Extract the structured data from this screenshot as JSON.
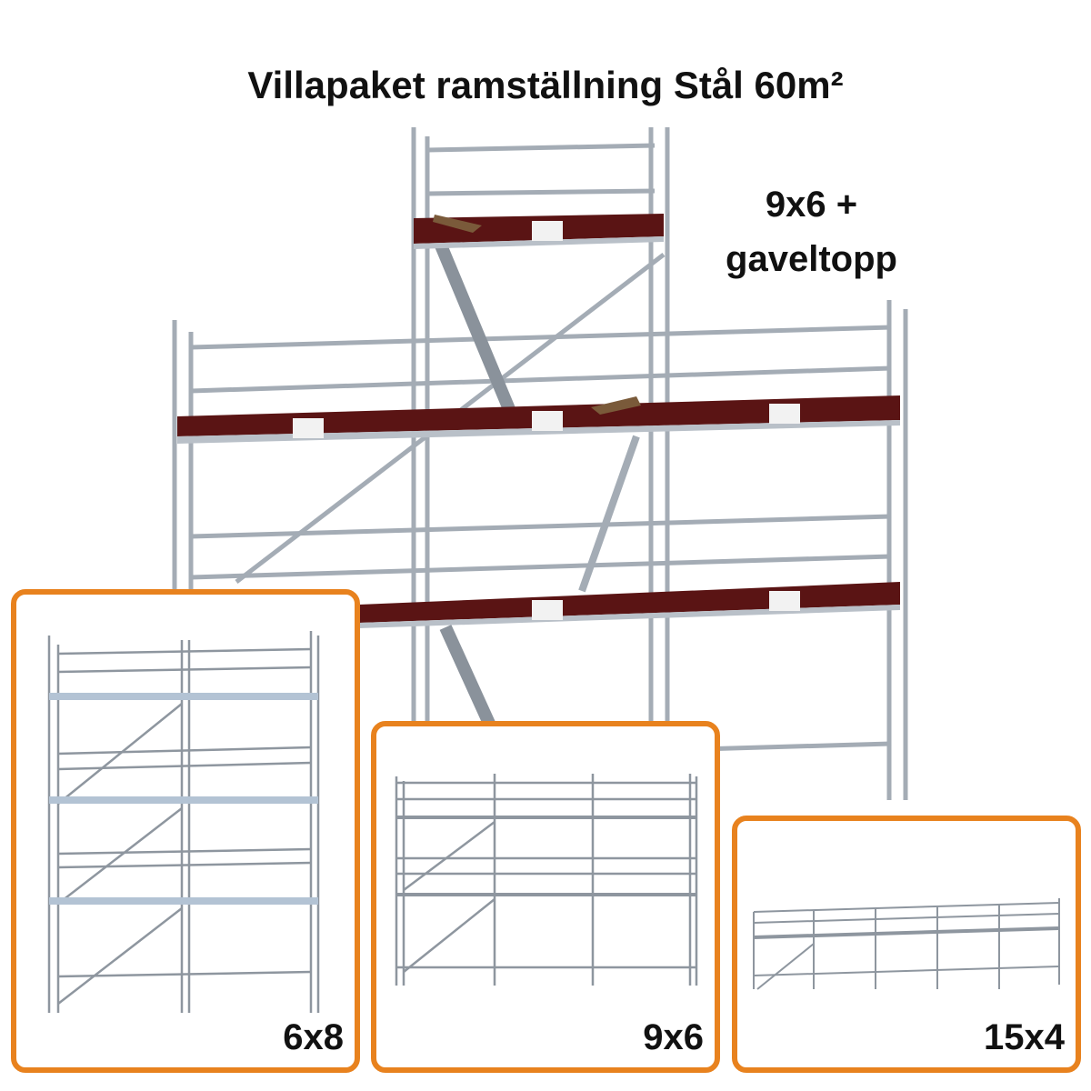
{
  "title": "Villapaket ramställning Stål 60m²",
  "subtitle_line1": "9x6 +",
  "subtitle_line2": "gaveltopp",
  "packages": [
    {
      "label": "6x8"
    },
    {
      "label": "9x6"
    },
    {
      "label": "15x4"
    }
  ],
  "colors": {
    "accent": "#E8821E",
    "board": "#5a1414",
    "steel": "#9aa3ad"
  }
}
